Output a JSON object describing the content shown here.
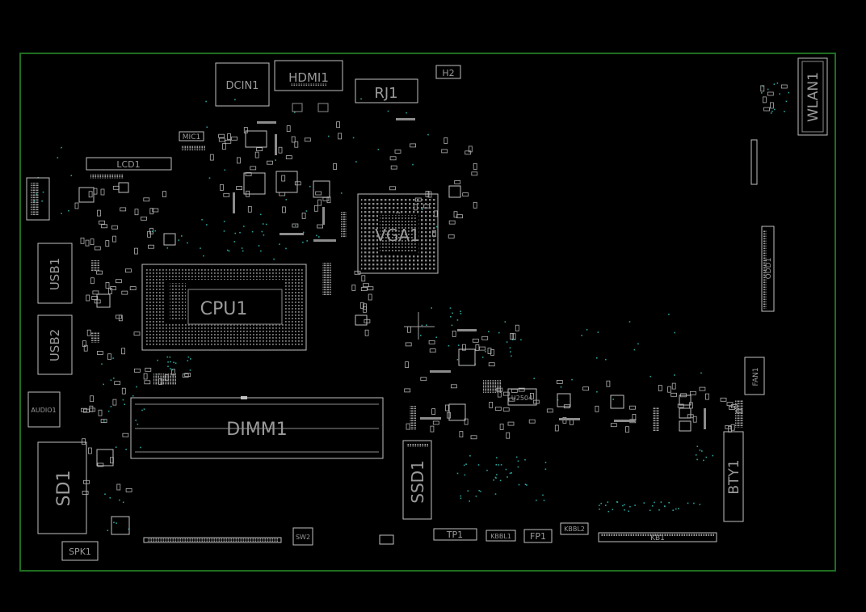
{
  "colors": {
    "background": "#000000",
    "board_edge": "#1f6e1f",
    "silkscreen": "#bfbfbf",
    "label": "#9a9a9a",
    "via": "#2aa198"
  },
  "components": {
    "dcin": "DCIN1",
    "hdmi": "HDMI1",
    "rj": "RJ1",
    "h2": "H2",
    "wlan": "WLAN1",
    "mic": "MIC1",
    "lcd": "LCD1",
    "vga": "VGA1",
    "cpu": "CPU1",
    "usb1": "USB1",
    "usb2": "USB2",
    "odd": "ODD1",
    "audio": "AUDIO1",
    "dimm": "DIMM1",
    "sd": "SD1",
    "ssd": "SSD1",
    "fan": "FAN1",
    "bty": "BTY1",
    "spk": "SPK1",
    "sw2": "SW2",
    "tp": "TP1",
    "kbbl1": "KBBL1",
    "fp": "FP1",
    "kbbl2": "KBBL2",
    "kb": "KB1",
    "u2504": "U2504"
  }
}
